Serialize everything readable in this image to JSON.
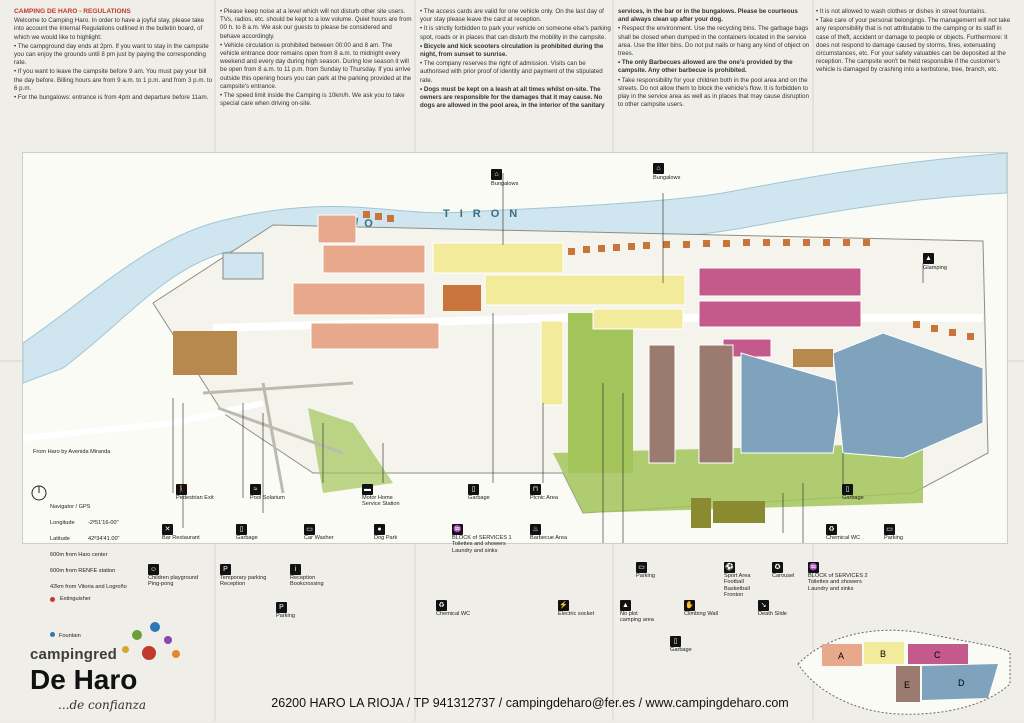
{
  "regulations": {
    "title": "CAMPING DE HARO - REGULATIONS",
    "col1": [
      "Welcome to Camping Haro. In order to have a joyful stay, please take into account the Internal Regulations outlined in the bulletin board, of which we would like to highlight:",
      "• The campground day ends at 2pm. If you want to stay in the campsite you can enjoy the grounds until 8 pm just by paying the corresponding rate.",
      "• If you want to leave the campsite before 9 am. You must pay your bill the day before. Billing hours are from 9 a.m. to 1 p.m. and from 3 p.m. to 6 p.m.",
      "• For the bungalows: entrance is from 4pm and departure before 11am."
    ],
    "col2": [
      "• Please keep noise at a level which will not disturb other site users. TVs, radios, etc. should be kept to a low volume. Quiet hours are from 00 h. to 8 a.m. We ask our guests to please be considered and behave accordingly.",
      "• Vehicle circulation is prohibited between 00:00 and 8 am. The vehicle entrance door remains open from 8 a.m. to midnight every weekend and every day during high season. During low season it will be open from 8 a.m. to 11 p.m. from Sunday to Thursday. If you arrive outside this opening hours you can park at the parking provided at the campsite's entrance.",
      "• The speed limit inside the Camping is 10km/h. We ask you to take special care when driving on-site."
    ],
    "col3": [
      "• The access cards are valid for one vehicle only. On the last day of your stay please leave the card at reception.",
      "• It is strictly forbidden to park your vehicle on someone else's parking spot, roads or in places that can disturb the mobility in the campsite.",
      "• Bicycle and kick scooters circulation is prohibited during the night, from sunset to sunrise.",
      "• The company reserves the right of admission. Visits can be authorised with prior proof of identity and payment of the stipulated rate.",
      "• Dogs must be kept on a leash at all times whilst on-site. The owners are responsible for the damages that it may cause. No dogs are allowed in the pool area, in the interior of the sanitary"
    ],
    "col4": [
      "services, in the bar or in the bungalows. Please be courteous and always clean up after your dog.",
      "• Respect the environment. Use the recycling bins. The garbage bags shall be closed when dumped in the containers located in the service area. Use the litter bins. Do not put nails or hang any kind of object on trees.",
      "• The only Barbecues allowed are the one's provided by the campsite. Any other barbecue is prohibited.",
      "• Take responsibility for your children both in the pool area and on the streets. Do not allow them to block the vehicle's flow. It is forbidden to play in the service area as well as in places that may cause disruption to other campsite users."
    ],
    "col5": [
      "• It is not allowed to wash clothes or dishes in street fountains.",
      "• Take care of your personal belongings. The management will not take any responsibility that is not attributable to the camping or its staff in case of theft, accident or damage to people or objects. Furthermore: It does not respond to damage caused by storms, fires, extenuating circumstances, etc. For your safety valuables can be deposited at the reception. The campsite won't be held responsible if the customer's vehicle is damaged by crashing into a kerbstone, tree, branch, etc."
    ]
  },
  "map": {
    "river_label": "RIO TIRON",
    "labels": {
      "bungalows1": "Bungalows",
      "bungalows2": "Bungalows",
      "glamping": "Glamping",
      "from_haro": "From Haro by Avenida Miranda",
      "pedestrian_exit": "Pedestrian Exit",
      "bar": "Bar Restaurant",
      "children": "Children playground Ping-pong",
      "pool": "Pool Solarium",
      "garbage1": "Garbage",
      "temp_parking": "Temporary parking Reception",
      "car_washer": "Car Washer",
      "reception": "Reception Bookcrossing",
      "parking1": "Parking",
      "motorhome": "Motor Home Service Station",
      "dog_park": "Dog Park",
      "chemical_wc1": "Chemical WC",
      "garbage2": "Garbage",
      "block1": "BLOCK of SERVICES 1 Toilettes and showers Laundry and sinks",
      "picnic": "Picnic Area",
      "barbecue": "Barbecue Area",
      "electric": "Electric socket",
      "parking2": "Parking",
      "no_plot": "No plot camping area",
      "garbage3": "Garbage",
      "climbing": "Climbing Wall",
      "sport": "Sport Area Football Basketball Fronton",
      "death_slide": "Death Slide",
      "carousel": "Carousel",
      "block2": "BLOCK of SERVICES 2 Toilettes and showers Laundry and sinks",
      "chemical_wc2": "Chemical WC",
      "garbage4": "Garbage",
      "parking3": "Parking"
    }
  },
  "navigator": {
    "title": "Navigator / GPS",
    "longitude_label": "Longitude",
    "longitude": "-2º51'16-00\"",
    "latitude_label": "Latitude",
    "latitude": "42º34'41.00\"",
    "dist1": "600m from Haro center",
    "dist2": "600m from RENFE station",
    "dist3": "42km from Vitoria and Logroño",
    "extinguisher": "Extinguisher",
    "fountain": "Fountain"
  },
  "brand": {
    "name": "campingred",
    "big": "De Haro",
    "tag": "...de confianza",
    "dots": [
      "#c0392b",
      "#6a9f3a",
      "#2f78b7",
      "#e08a2c",
      "#8e44ad",
      "#d4a72c"
    ]
  },
  "contact": "26200 HARO LA RIOJA / TP 941312737 / campingdeharo@fer.es / www.campingdeharo.com",
  "mini_map": {
    "zones": [
      "A",
      "B",
      "C",
      "D",
      "E"
    ]
  },
  "colors": {
    "river": "#cfe6f0",
    "plot_salmon": "#e8a88c",
    "plot_yellow": "#f3eb9c",
    "plot_magenta": "#c45a8c",
    "plot_blue": "#7fa3bd",
    "plot_brown": "#9b7b6f",
    "green": "#a3c45a",
    "bungalow": "#c9743a",
    "road": "#ffffff"
  }
}
